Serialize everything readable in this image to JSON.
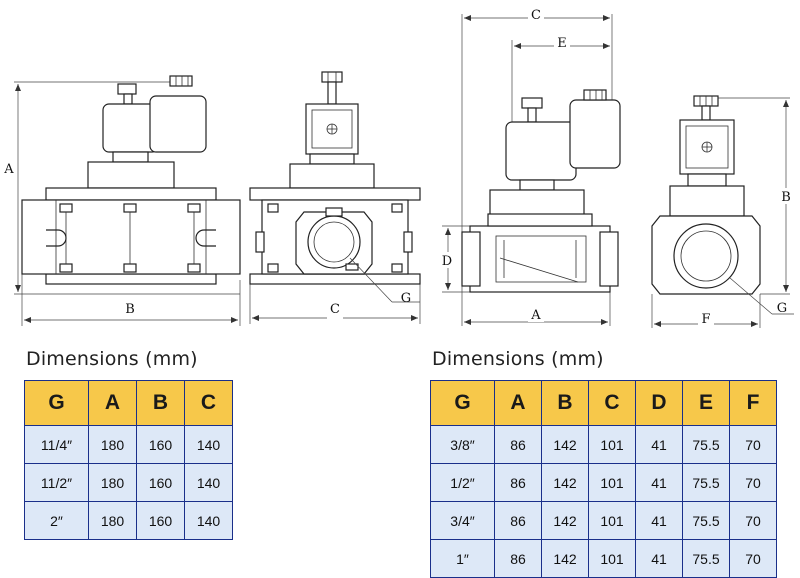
{
  "labels": {
    "view1_A": "A",
    "view1_B": "B",
    "view2_C": "C",
    "view2_G": "G",
    "view3_C": "C",
    "view3_E": "E",
    "view3_D": "D",
    "view3_A": "A",
    "view4_B": "B",
    "view4_F": "F",
    "view4_G": "G"
  },
  "left_table": {
    "title": "Dimensions (mm)",
    "headers": [
      "G",
      "A",
      "B",
      "C"
    ],
    "rows": [
      [
        "11/4″",
        "180",
        "160",
        "140"
      ],
      [
        "11/2″",
        "180",
        "160",
        "140"
      ],
      [
        "2″",
        "180",
        "160",
        "140"
      ]
    ]
  },
  "right_table": {
    "title": "Dimensions (mm)",
    "headers": [
      "G",
      "A",
      "B",
      "C",
      "D",
      "E",
      "F"
    ],
    "rows": [
      [
        "3/8″",
        "86",
        "142",
        "101",
        "41",
        "75.5",
        "70"
      ],
      [
        "1/2″",
        "86",
        "142",
        "101",
        "41",
        "75.5",
        "70"
      ],
      [
        "3/4″",
        "86",
        "142",
        "101",
        "41",
        "75.5",
        "70"
      ],
      [
        "1″",
        "86",
        "142",
        "101",
        "41",
        "75.5",
        "70"
      ]
    ]
  },
  "colors": {
    "header_bg": "#f7c84a",
    "cell_bg": "#dde8f7",
    "border": "#1a2f8a"
  }
}
